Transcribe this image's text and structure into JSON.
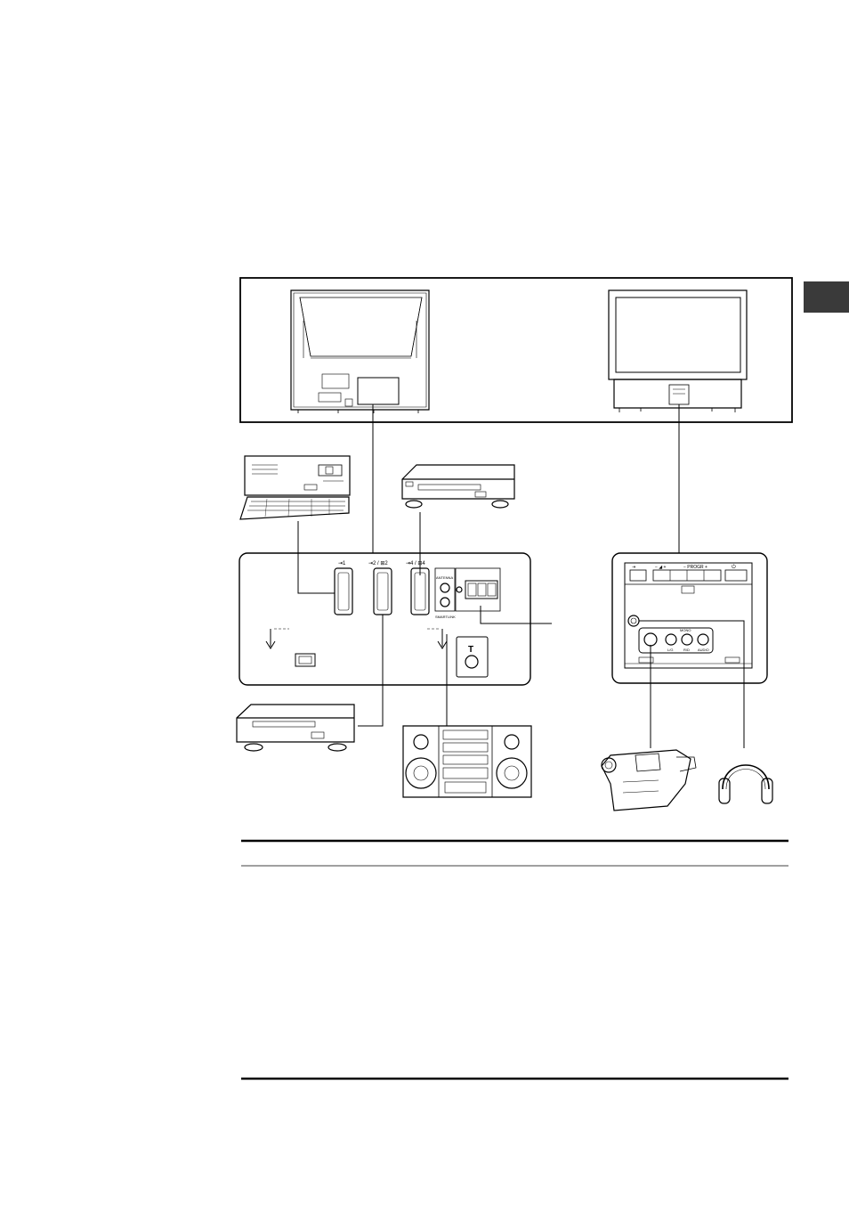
{
  "side_tab": {
    "color": "#3a3a3a"
  },
  "rear_panel": {
    "scart1_label": "⇥1",
    "scart2_label": "⇥2 / ⊞2",
    "scart4_label": "⇥4 / ⊞4",
    "antenna_label": "ANTENNA",
    "smartlink_label": "SMARTLINK",
    "connector_badge": "T"
  },
  "front_panel": {
    "input_label": "⇥",
    "volume_label": "− ◢ +",
    "progr_label": "− PROGR +",
    "power_label": "⏻",
    "mono_label": "MONO",
    "l_label": "L/G",
    "r_label": "R/D",
    "audio_label": "AUDIO"
  },
  "devices": {
    "computer": "computer-with-keyboard",
    "vcr_top": "video-recorder",
    "vcr_bottom": "video-recorder",
    "hifi": "hi-fi-system",
    "camcorder": "camcorder",
    "headphones": "headphones"
  }
}
